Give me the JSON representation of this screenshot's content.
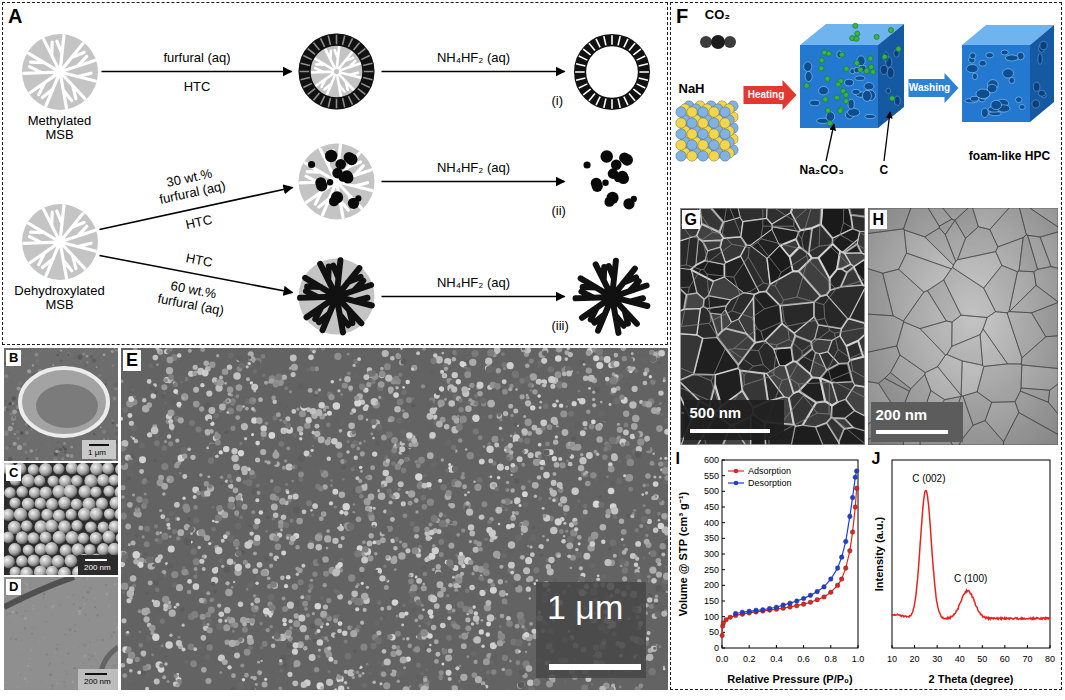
{
  "diagram": {
    "nodes": [
      {
        "text": [
          "A"
        ]
      },
      {
        "text": [
          "Methylated MSB"
        ],
        "in": 0
      },
      {
        "text": [
          "Dehydroxylated MSB"
        ],
        "in": 0
      },
      {
        "text": [
          "(i)"
        ],
        "in": 0
      },
      {
        "text": [
          "(ii)"
        ],
        "in": 0
      },
      {
        "text": [
          "(iii)"
        ],
        "in": 0
      },
      {
        "text": [
          "B",
          "1 μm"
        ]
      },
      {
        "text": [
          "C",
          "200 nm"
        ]
      },
      {
        "text": [
          "D",
          "200 nm"
        ]
      },
      {
        "text": [
          "E",
          "1 μm"
        ]
      },
      {
        "text": [
          "F"
        ]
      },
      {
        "text": [
          "CO₂"
        ],
        "in": 10
      },
      {
        "text": [
          "NaH"
        ],
        "in": 10
      },
      {
        "text": [
          "Na₂CO₃",
          "C"
        ],
        "in": 10
      },
      {
        "text": [
          "foam-like HPC"
        ],
        "in": 10
      },
      {
        "text": [
          "G",
          "500 nm"
        ],
        "in": 10
      },
      {
        "text": [
          "H",
          "200 nm"
        ],
        "in": 10
      },
      {
        "text": [
          "I"
        ],
        "in": 10
      },
      {
        "text": [
          "J"
        ],
        "in": 10
      }
    ],
    "edges": [
      {
        "from": 12,
        "to": 13,
        "label": "Heating",
        "arrow": "to"
      },
      {
        "from": 13,
        "to": 14,
        "label": "Washing",
        "arrow": "to"
      }
    ],
    "labels": [
      "furfural (aq)",
      "HTC",
      "NH₄HF₂ (aq)",
      "30 wt.% furfural (aq)",
      "HTC",
      "HTC",
      "60 wt.% furfural (aq)",
      "NH₄HF₂ (aq)",
      "NH₄HF₂ (aq)",
      "Volume @ STP (cm³ g⁻¹)",
      "Relative Pressure (P/P₀)",
      "0",
      "50",
      "100",
      "150",
      "200",
      "250",
      "300",
      "350",
      "400",
      "450",
      "500",
      "550",
      "600",
      "0.0",
      "0.2",
      "0.4",
      "0.6",
      "0.8",
      "1.0",
      "Intensity (a.u.)",
      "2 Theta (degree)",
      "C (002)",
      "C (100)",
      "10",
      "20",
      "30",
      "40",
      "50",
      "60",
      "70",
      "80"
    ],
    "legend": [
      {
        "text": "Adsorption"
      },
      {
        "text": "Desorption"
      }
    ]
  }
}
